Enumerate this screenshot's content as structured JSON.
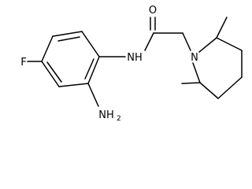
{
  "molecule": {
    "atoms": {
      "oxygen": "O",
      "amide_nh": "NH",
      "fluorine": "F",
      "amine_n": "NH",
      "amine_subscript": "2",
      "ring_nitrogen": "N"
    }
  }
}
